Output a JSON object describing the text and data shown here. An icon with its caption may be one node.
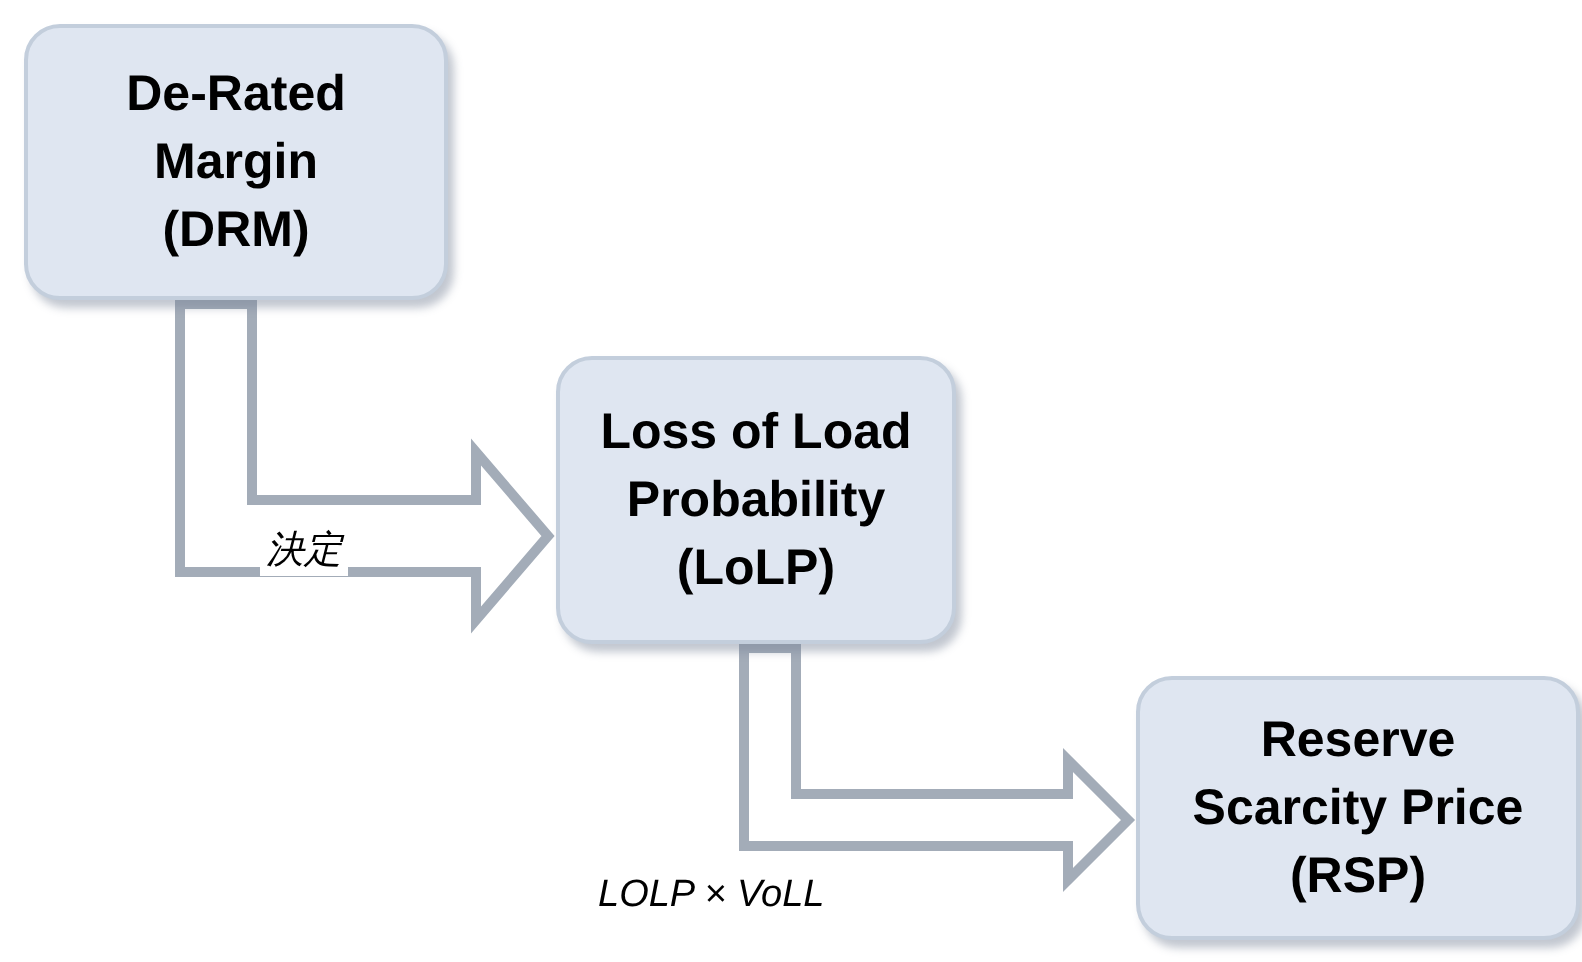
{
  "diagram": {
    "nodes": [
      {
        "text": [
          "De-Rated Margin (DRM)"
        ]
      },
      {
        "text": [
          "Loss of Load Probability (LoLP)"
        ]
      },
      {
        "text": [
          "Reserve Scarcity Price (RSP)"
        ]
      }
    ],
    "edges": [
      {
        "from": 0,
        "to": 1,
        "arrow": "to",
        "label": "決定"
      },
      {
        "from": 1,
        "to": 2,
        "arrow": "to",
        "label": "LOLP × VoLL"
      }
    ]
  }
}
